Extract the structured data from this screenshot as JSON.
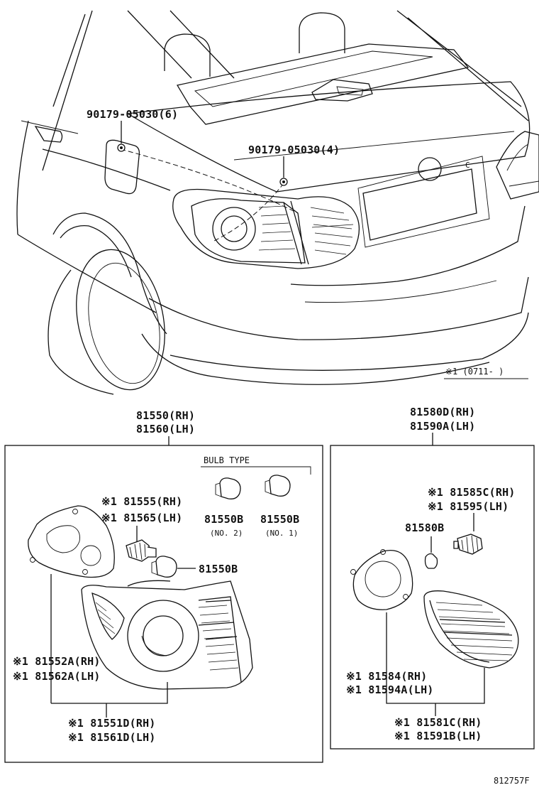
{
  "diagram_id": "812757F",
  "date_note": "※1 (0711-    )",
  "top_callouts": {
    "screw_a": "90179-05030(6)",
    "screw_b": "90179-05030(4)"
  },
  "outer_lamp": {
    "part_rh": "81550(RH)",
    "part_lh": "81560(LH)",
    "bulb_type_title": "BULB TYPE",
    "bulb_no2_part": "81550B",
    "bulb_no2_label": "(NO. 2)",
    "bulb_no1_part": "81550B",
    "bulb_no1_label": "(NO. 1)",
    "socket_rh": "※1 81555(RH)",
    "socket_lh": "※1 81565(LH)",
    "bulb_part": "81550B",
    "gasket_rh": "※1 81552A(RH)",
    "gasket_lh": "※1 81562A(LH)",
    "lens_rh": "※1 81551D(RH)",
    "lens_lh": "※1 81561D(LH)"
  },
  "inner_lamp": {
    "part_rh": "81580D(RH)",
    "part_lh": "81590A(LH)",
    "socket_rh": "※1 81585C(RH)",
    "socket_lh": "※1 81595(LH)",
    "bulb_part": "81580B",
    "gasket_rh": "※1 81584(RH)",
    "gasket_lh": "※1 81594A(LH)",
    "lens_rh": "※1 81581C(RH)",
    "lens_lh": "※1 81591B(LH)"
  }
}
